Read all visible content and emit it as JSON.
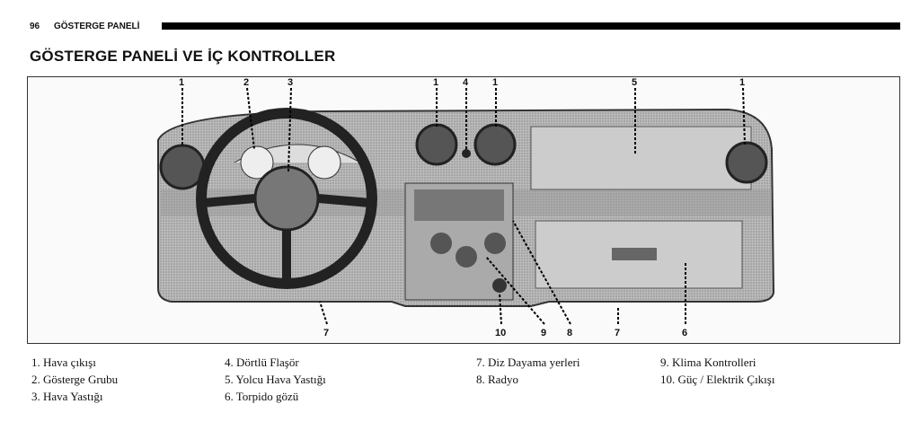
{
  "header": {
    "page_number": "96",
    "section": "GÖSTERGE PANELİ"
  },
  "title": "GÖSTERGE PANELİ VE İÇ KONTROLLER",
  "figure": {
    "callouts_top": [
      "1",
      "2",
      "3",
      "1",
      "4",
      "1",
      "5",
      "1"
    ],
    "callouts_bottom": [
      "7",
      "10",
      "9",
      "8",
      "7",
      "6"
    ]
  },
  "legend": [
    "1. Hava çıkışı",
    "2. Gösterge Grubu",
    "3. Hava Yastığı",
    "4. Dörtlü Flaşör",
    "5. Yolcu Hava Yastığı",
    "6. Torpido gözü",
    "7. Diz Dayama yerleri",
    "8. Radyo",
    "9. Klima Kontrolleri",
    "10. Güç / Elektrik Çıkışı"
  ]
}
